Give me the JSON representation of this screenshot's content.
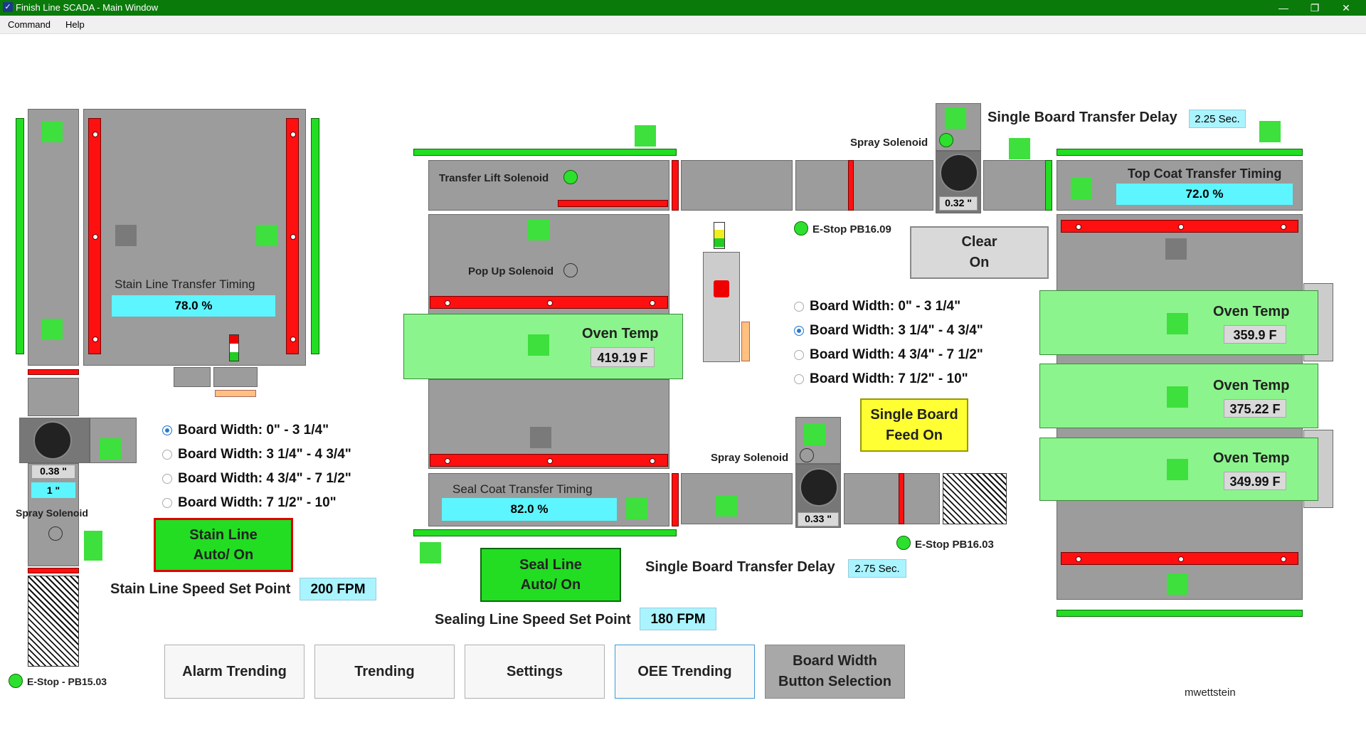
{
  "window": {
    "title": "Finish Line SCADA - Main Window"
  },
  "menu": {
    "command": "Command",
    "help": "Help"
  },
  "colors": {
    "titlebar": "#0a7a0a",
    "active_green": "#22dd22",
    "alarm_red": "#ff1010",
    "setpoint_cyan": "#5df5ff",
    "oven_green": "#8cf48c",
    "feed_yellow": "#ffff33"
  },
  "stain_line": {
    "transfer_timing_label": "Stain Line Transfer Timing",
    "transfer_timing_value": "78.0 %",
    "gauge_value": "0.38 \"",
    "gauge_setpoint": "1 \"",
    "spray_label": "Spray Solenoid",
    "radio_options": [
      "Board Width: 0\" -  3 1/4\"",
      "Board Width: 3 1/4\" -  4 3/4\"",
      "Board Width: 4 3/4\" -  7 1/2\"",
      "Board Width: 7 1/2\" -  10\""
    ],
    "selected_index": 0,
    "auto_button": "Stain Line\nAuto/ On",
    "speed_label": "Stain Line Speed Set Point",
    "speed_value": "200 FPM",
    "estop_label": "E-Stop - PB15.03"
  },
  "seal_line": {
    "transfer_lift_label": "Transfer Lift Solenoid",
    "popup_label": "Pop Up Solenoid",
    "oven_label": "Oven Temp",
    "oven_value": "419.19 F",
    "transfer_timing_label": "Seal Coat Transfer Timing",
    "transfer_timing_value": "82.0 %",
    "auto_button": "Seal Line\nAuto/ On",
    "speed_label": "Sealing Line Speed Set Point",
    "speed_value": "180 FPM"
  },
  "middle": {
    "spray_top_label": "Spray Solenoid",
    "gauge_top_value": "0.32 \"",
    "estop_top_label": "E-Stop PB16.09",
    "clear_button": "Clear\nOn",
    "radio_options": [
      "Board Width: 0\" -  3 1/4\"",
      "Board Width: 3 1/4\" -  4 3/4\"",
      "Board Width: 4 3/4\" -  7 1/2\"",
      "Board Width: 7 1/2\" -  10\""
    ],
    "selected_index": 1,
    "single_feed_button": "Single Board\nFeed On",
    "spray_bottom_label": "Spray Solenoid",
    "gauge_bottom_value": "0.33 \"",
    "estop_bottom_label": "E-Stop PB16.03",
    "delay_bottom_label": "Single Board Transfer Delay",
    "delay_bottom_value": "2.75 Sec."
  },
  "top_coat": {
    "delay_label": "Single Board Transfer Delay",
    "delay_value": "2.25 Sec.",
    "transfer_timing_label": "Top Coat Transfer Timing",
    "transfer_timing_value": "72.0 %",
    "ovens": [
      {
        "label": "Oven Temp",
        "value": "359.9 F"
      },
      {
        "label": "Oven Temp",
        "value": "375.22 F"
      },
      {
        "label": "Oven Temp",
        "value": "349.99 F"
      }
    ]
  },
  "nav_buttons": [
    "Alarm Trending",
    "Trending",
    "Settings",
    "OEE Trending",
    "Board Width\nButton Selection"
  ],
  "user": "mwettstein"
}
